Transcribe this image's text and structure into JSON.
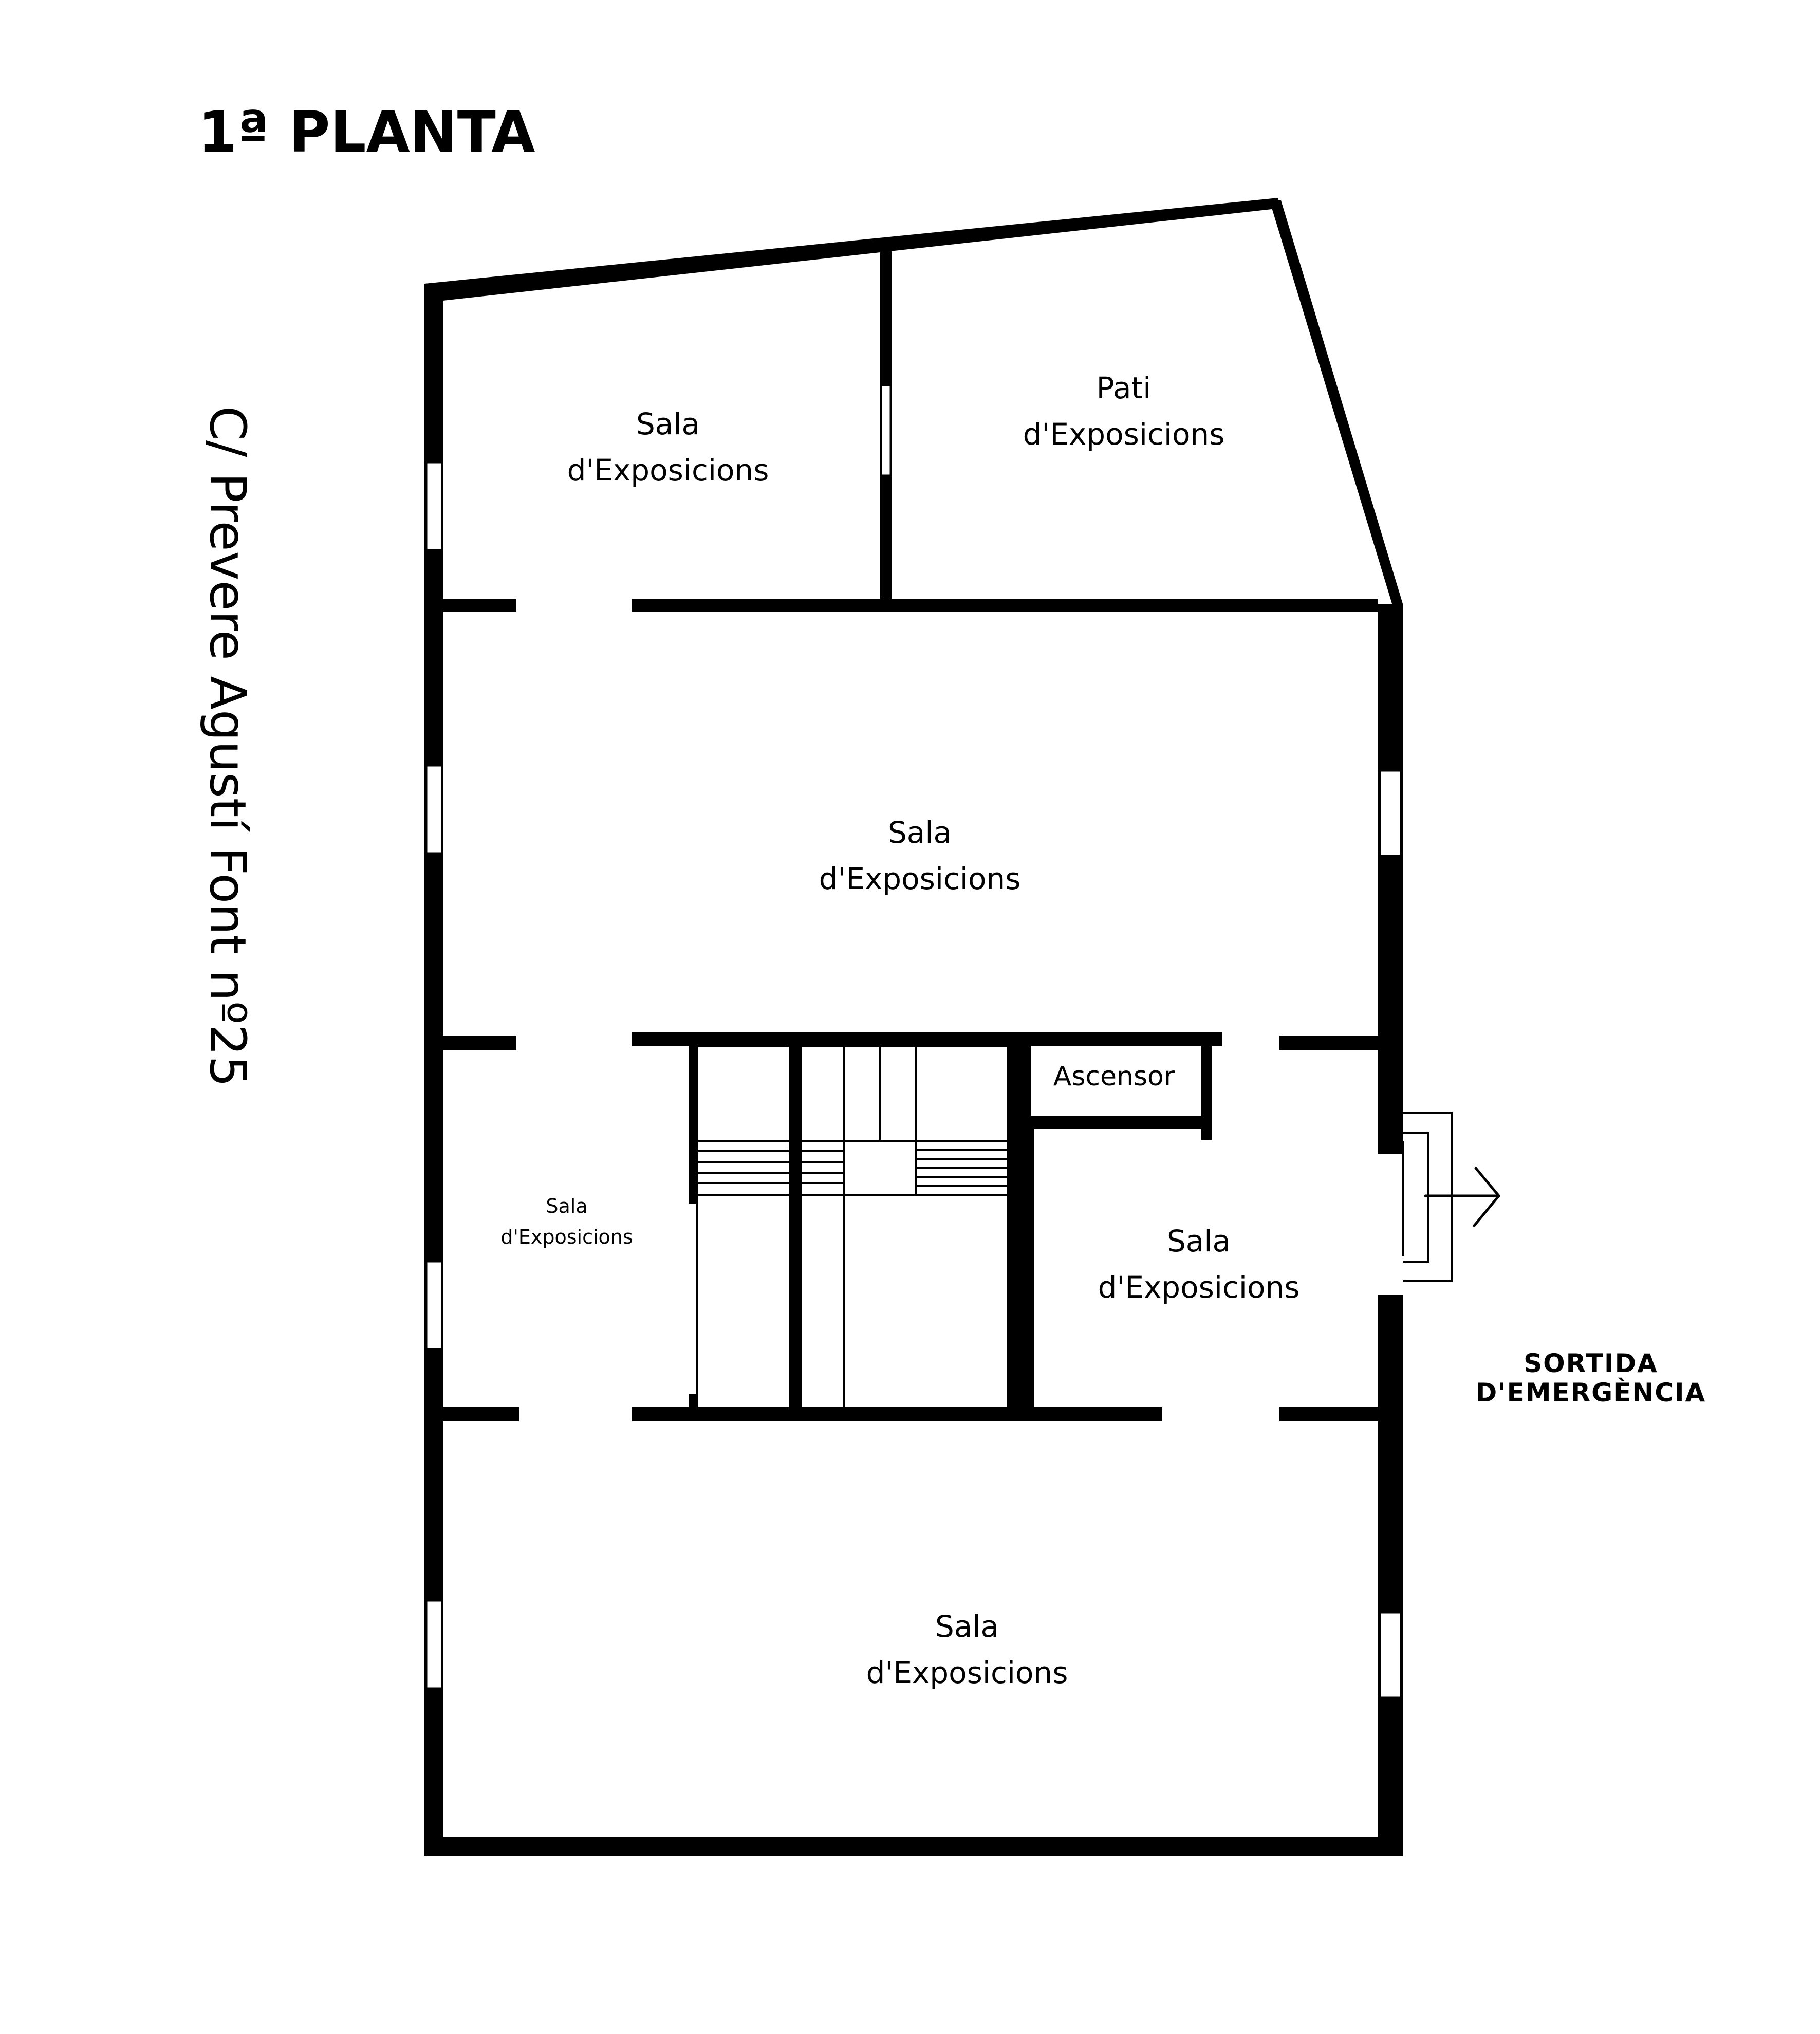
{
  "title": "1ª PLANTA",
  "street": "C/ Prevere Agustí Font nº25",
  "rooms": [
    {
      "id": "top-left",
      "line1": "Sala",
      "line2": "d'Exposicions"
    },
    {
      "id": "top-right-patio",
      "line1": "Pati",
      "line2": "d'Exposicions"
    },
    {
      "id": "middle",
      "line1": "Sala",
      "line2": "d'Exposicions"
    },
    {
      "id": "left-small",
      "line1": "Sala",
      "line2": "d'Exposicions"
    },
    {
      "id": "right-center",
      "line1": "Sala",
      "line2": "d'Exposicions"
    },
    {
      "id": "bottom",
      "line1": "Sala",
      "line2": "d'Exposicions"
    }
  ],
  "elevator": "Ascensor",
  "emergency_exit": {
    "line1": "SORTIDA",
    "line2": "D'EMERGÈNCIA",
    "icon": "arrow-right-icon"
  },
  "colors": {
    "wall": "#000000",
    "background": "#ffffff"
  }
}
